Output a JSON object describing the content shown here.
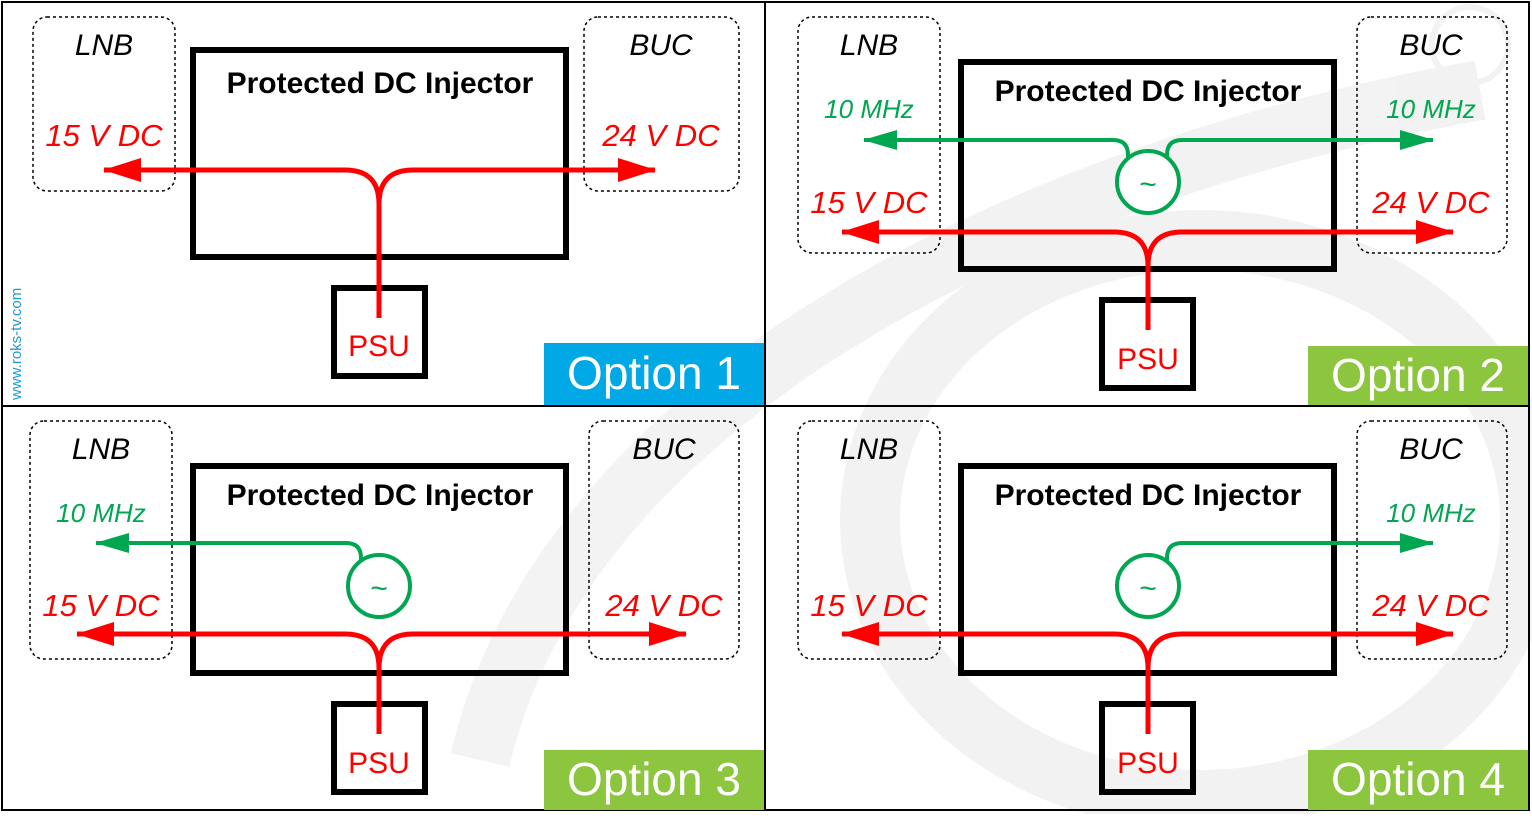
{
  "colors": {
    "dc_line": "#ff0000",
    "ref_line": "#00a650",
    "option1_badge": "#00a8e6",
    "option_badge": "#8cc63f",
    "watermark": "#1e9bd7"
  },
  "watermark": "www.roks-tv.com",
  "panels": [
    {
      "id": "p1",
      "lnb": "LNB",
      "buc": "BUC",
      "title": "Protected DC Injector",
      "lnb_dc": "15 V DC",
      "buc_dc": "24 V DC",
      "psu": "PSU",
      "option": "Option 1"
    },
    {
      "id": "p2",
      "lnb": "LNB",
      "buc": "BUC",
      "title": "Protected DC Injector",
      "lnb_ref": "10 MHz",
      "buc_ref": "10 MHz",
      "lnb_dc": "15 V DC",
      "buc_dc": "24 V DC",
      "psu": "PSU",
      "oscillator_icon": "sine-wave-icon",
      "option": "Option 2"
    },
    {
      "id": "p3",
      "lnb": "LNB",
      "buc": "BUC",
      "title": "Protected DC Injector",
      "lnb_ref": "10 MHz",
      "lnb_dc": "15 V DC",
      "buc_dc": "24 V DC",
      "psu": "PSU",
      "oscillator_icon": "sine-wave-icon",
      "option": "Option 3"
    },
    {
      "id": "p4",
      "lnb": "LNB",
      "buc": "BUC",
      "title": "Protected DC Injector",
      "buc_ref": "10 MHz",
      "lnb_dc": "15 V DC",
      "buc_dc": "24 V DC",
      "psu": "PSU",
      "oscillator_icon": "sine-wave-icon",
      "option": "Option 4"
    }
  ]
}
